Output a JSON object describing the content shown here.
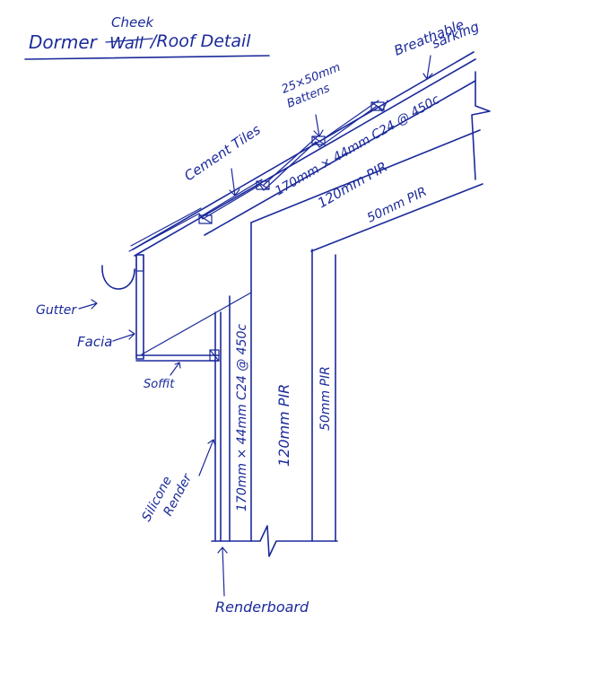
{
  "title": {
    "prefix": "Dormer",
    "struck_word": "Wall",
    "inserted_word": "Cheek",
    "suffix": "/Roof  Detail"
  },
  "labels": {
    "breathable_sarking_1": "Breathable",
    "breathable_sarking_2": "sarking",
    "battens_1": "25×50mm",
    "battens_2": "Battens",
    "cement_tiles": "Cement Tiles",
    "rafter": "170mm × 44mm  C24 @ 450c",
    "roof_pir_120": "120mm PIR",
    "roof_pir_50": "50mm PIR",
    "gutter": "Gutter",
    "facia": "Facia",
    "soffit": "Soffit",
    "stud": "170mm × 44mm  C24 @ 450c",
    "wall_pir_120": "120mm PIR",
    "wall_pir_50": "50mm PIR",
    "silicone_render_1": "Silicone",
    "silicone_render_2": "Render",
    "renderboard": "Renderboard"
  },
  "colors": {
    "ink": "#1b2a9a",
    "paper": "#ffffff"
  }
}
